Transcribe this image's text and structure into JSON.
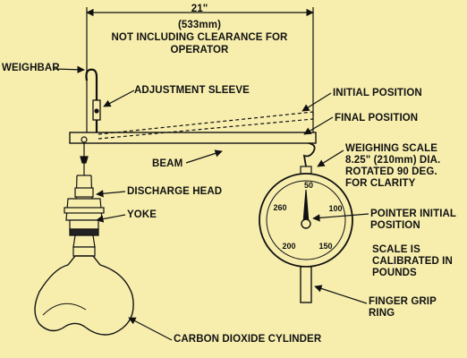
{
  "dimension": {
    "line1": "21\"",
    "line2": "(533mm)",
    "line3": "NOT INCLUDING CLEARANCE FOR",
    "line4": "OPERATOR"
  },
  "labels": {
    "weighbar": "WEIGHBAR",
    "adjustment_sleeve": "ADJUSTMENT SLEEVE",
    "initial_position": "INITIAL POSITION",
    "final_position": "FINAL POSITION",
    "weighing_scale": "WEIGHING SCALE\n8.25\" (210mm) DIA.\nROTATED 90 DEG.\nFOR CLARITY",
    "beam": "BEAM",
    "discharge_head": "DISCHARGE HEAD",
    "yoke": "YOKE",
    "pointer_initial_position": "POINTER INITIAL\nPOSITION",
    "scale_calibration": "SCALE IS\nCALIBRATED IN\nPOUNDS",
    "finger_grip_ring": "FINGER GRIP\nRING",
    "carbon_dioxide_cylinder": "CARBON DIOXIDE CYLINDER"
  },
  "dial": {
    "mark_50": "50",
    "mark_100": "100",
    "mark_150": "150",
    "mark_200": "200",
    "mark_260": "260"
  }
}
